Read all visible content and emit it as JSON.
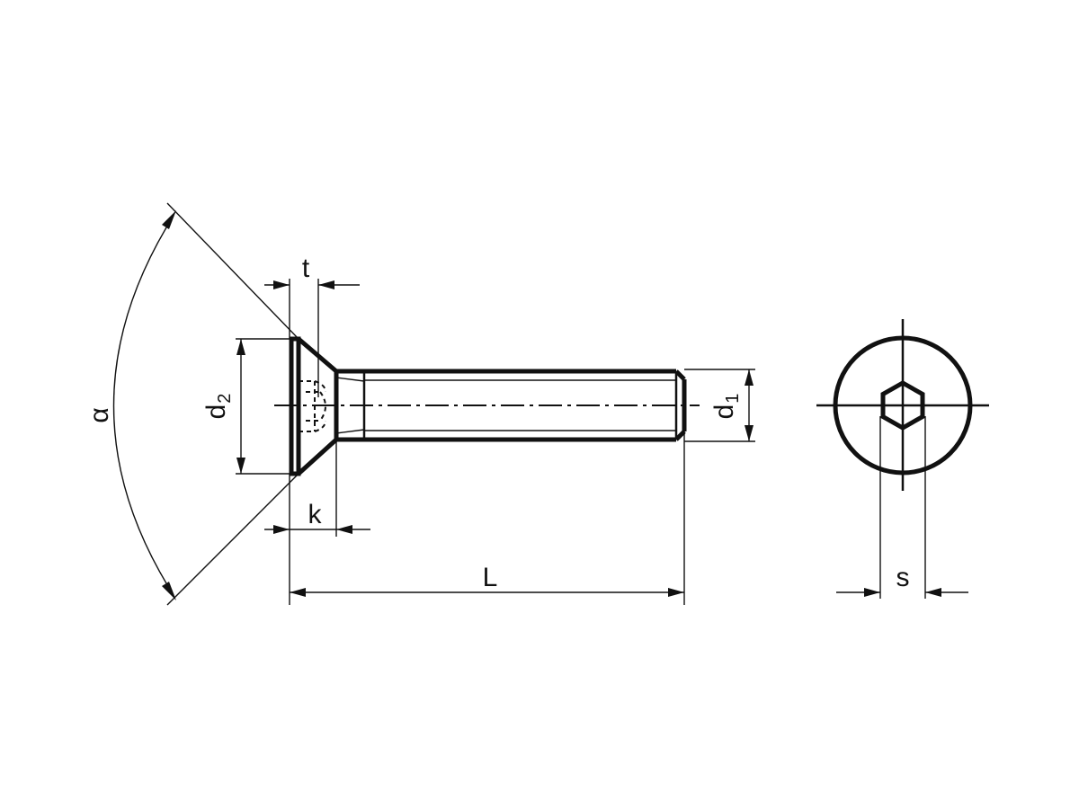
{
  "labels": {
    "alpha": "α",
    "t": "t",
    "d2_main": "d",
    "d2_sub": "2",
    "d1_main": "d",
    "d1_sub": "1",
    "k": "k",
    "L": "L",
    "s": "s"
  }
}
